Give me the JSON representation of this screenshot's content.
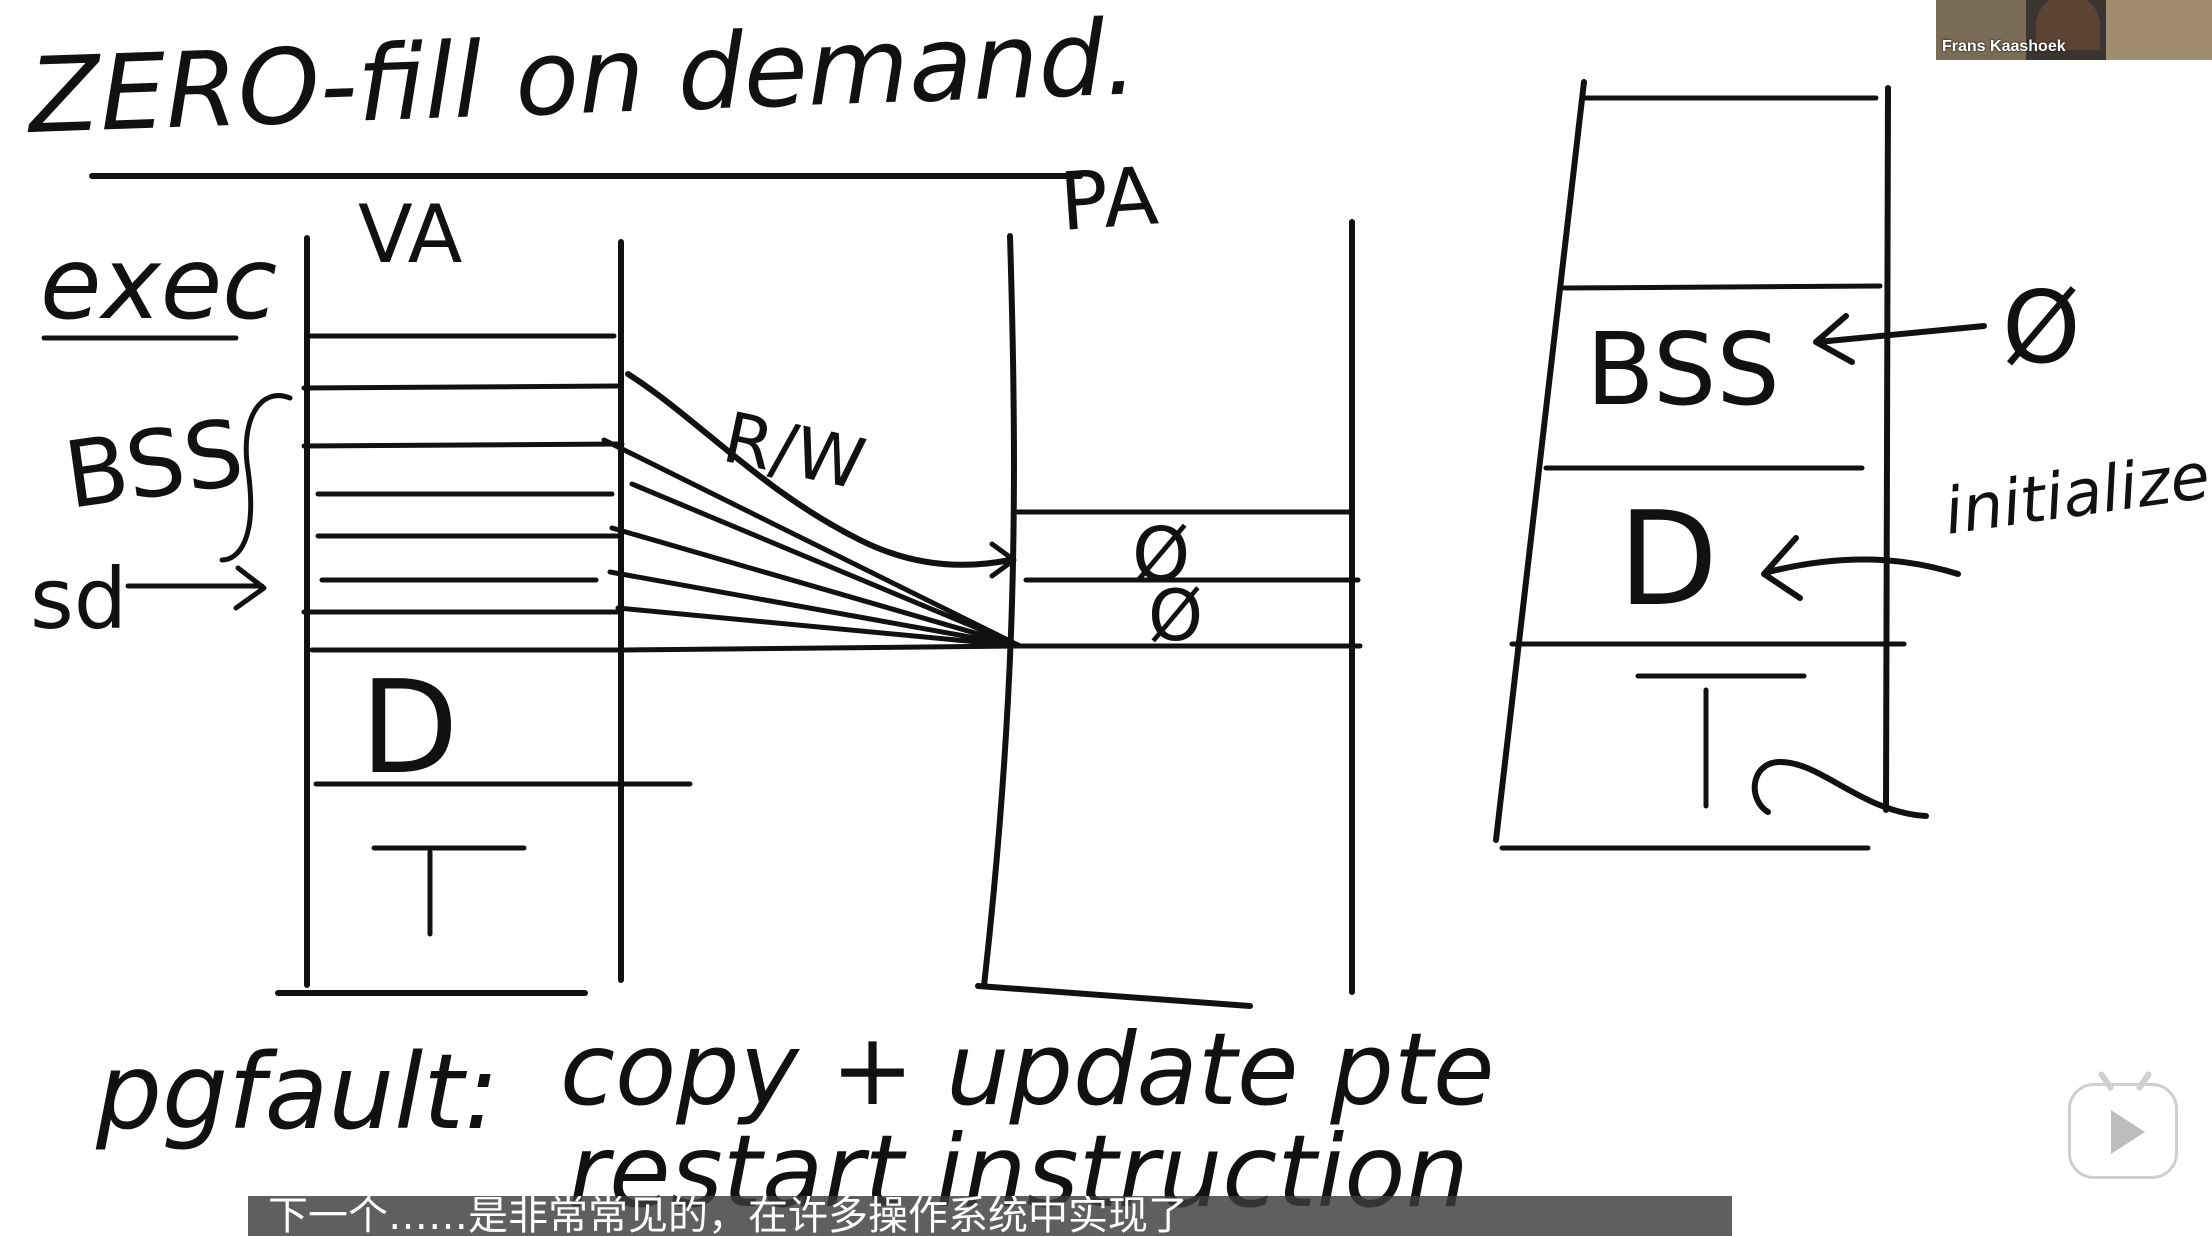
{
  "title": "ZERO-fill on demand.",
  "labels": {
    "va": "VA",
    "pa": "PA",
    "exec": "exec",
    "bss_left": "BSS",
    "sd": "sd",
    "d_left": "D",
    "t_left": "T",
    "rw": "R/W",
    "zero1": "Ø",
    "zero2": "Ø",
    "bss_right": "BSS",
    "zero_right": "Ø",
    "d_right": "D",
    "t_right": "T",
    "initialized": "initialized"
  },
  "notes": {
    "pgfault": "pgfault:",
    "line1": "copy + update pte",
    "line2": "restart instruction"
  },
  "webcam": {
    "name": "Frans Kaashoek"
  },
  "subtitle": {
    "text": "下一个……是非常常见的，在许多操作系统中实现了"
  },
  "colors": {
    "ink": "#111111",
    "background": "#ffffff"
  }
}
